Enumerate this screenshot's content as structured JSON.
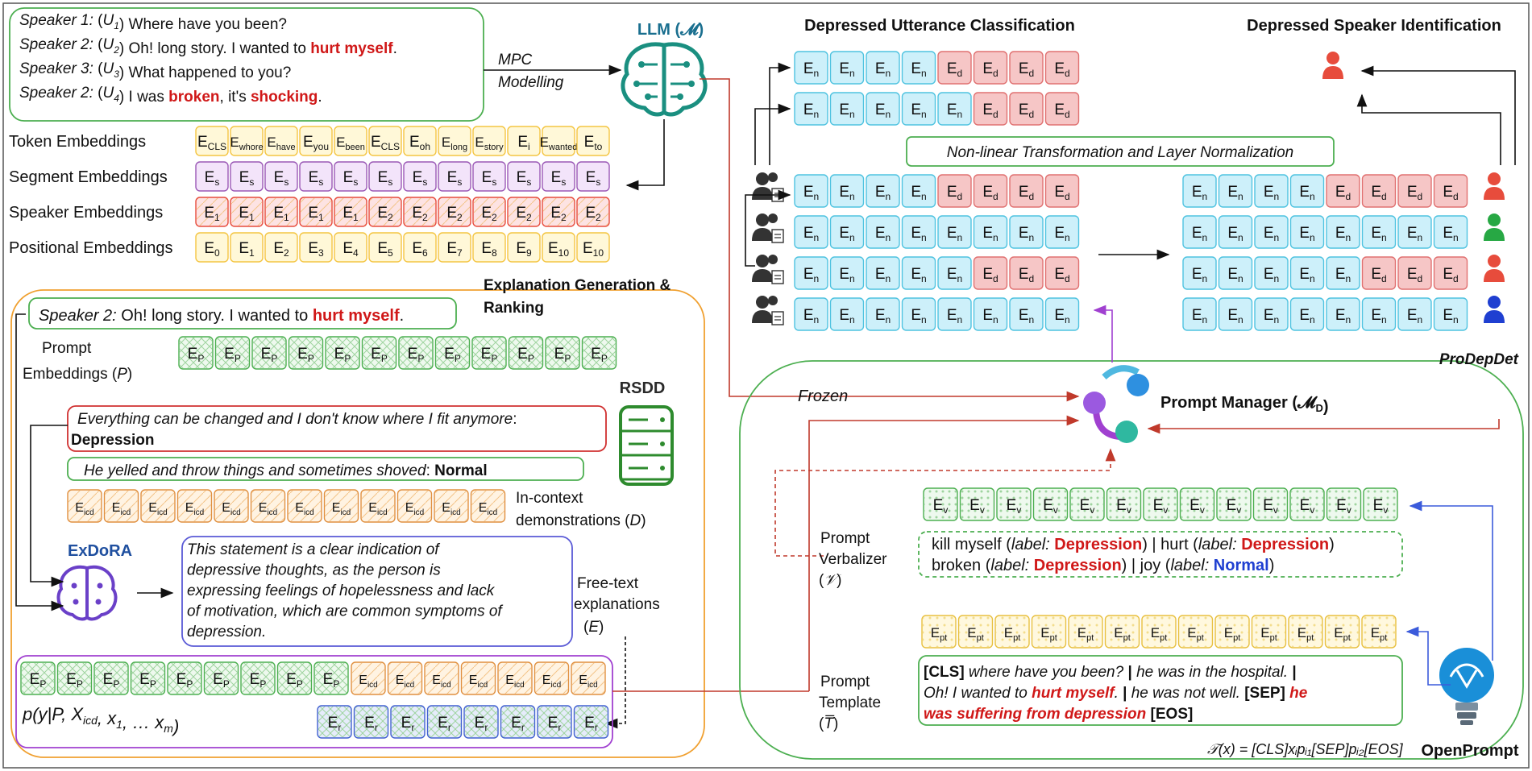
{
  "mpc": {
    "utterances": [
      {
        "speaker": "Speaker 1:",
        "uid": "U",
        "sub": "1",
        "text": "Where have you been?"
      },
      {
        "speaker": "Speaker 2:",
        "uid": "U",
        "sub": "2",
        "text": "Oh! long story. I wanted to ",
        "hl": "hurt myself",
        "tail": "."
      },
      {
        "speaker": "Speaker 3:",
        "uid": "U",
        "sub": "3",
        "text": "What happened to you?"
      },
      {
        "speaker": "Speaker 2:",
        "uid": "U",
        "sub": "4",
        "text": "I was ",
        "hl": "broken",
        "mid": ", it's ",
        "hl2": "shocking",
        "tail": "."
      }
    ],
    "arrow_label_1": "MPC",
    "arrow_label_2": "Modelling"
  },
  "llm": {
    "label": "LLM (",
    "symbol": "𝓜",
    "close": ")"
  },
  "embeddings": {
    "rows": [
      {
        "label": "Token Embeddings",
        "color": "#f4c542",
        "tokens": [
          [
            "E",
            "CLS"
          ],
          [
            "E",
            "whore"
          ],
          [
            "E",
            "have"
          ],
          [
            "E",
            "you"
          ],
          [
            "E",
            "been"
          ],
          [
            "E",
            "CLS"
          ],
          [
            "E",
            "oh"
          ],
          [
            "E",
            "long"
          ],
          [
            "E",
            "story"
          ],
          [
            "E",
            "i"
          ],
          [
            "E",
            "wanted"
          ],
          [
            "E",
            "to"
          ]
        ]
      },
      {
        "label": "Segment Embeddings",
        "color": "#9b59b6",
        "tokens": [
          [
            "E",
            "s"
          ],
          [
            "E",
            "s"
          ],
          [
            "E",
            "s"
          ],
          [
            "E",
            "s"
          ],
          [
            "E",
            "s"
          ],
          [
            "E",
            "s"
          ],
          [
            "E",
            "s"
          ],
          [
            "E",
            "s"
          ],
          [
            "E",
            "s"
          ],
          [
            "E",
            "s"
          ],
          [
            "E",
            "s"
          ],
          [
            "E",
            "s"
          ]
        ]
      },
      {
        "label": "Speaker Embeddings",
        "color": "#e74c3c",
        "tokens": [
          [
            "E",
            "1"
          ],
          [
            "E",
            "1"
          ],
          [
            "E",
            "1"
          ],
          [
            "E",
            "1"
          ],
          [
            "E",
            "1"
          ],
          [
            "E",
            "2"
          ],
          [
            "E",
            "2"
          ],
          [
            "E",
            "2"
          ],
          [
            "E",
            "2"
          ],
          [
            "E",
            "2"
          ],
          [
            "E",
            "2"
          ],
          [
            "E",
            "2"
          ]
        ]
      },
      {
        "label": "Positional Embeddings",
        "color": "#f4c542",
        "tokens": [
          [
            "E",
            "0"
          ],
          [
            "E",
            "1"
          ],
          [
            "E",
            "2"
          ],
          [
            "E",
            "3"
          ],
          [
            "E",
            "4"
          ],
          [
            "E",
            "5"
          ],
          [
            "E",
            "6"
          ],
          [
            "E",
            "7"
          ],
          [
            "E",
            "8"
          ],
          [
            "E",
            "9"
          ],
          [
            "E",
            "10"
          ],
          [
            "E",
            "10"
          ]
        ]
      }
    ]
  },
  "explanation": {
    "title_1": "Explanation Generation &",
    "title_2": "Ranking",
    "utterance": {
      "speaker": "Speaker 2:",
      "text": "Oh! long story. I wanted to ",
      "hl": "hurt myself",
      "tail": "."
    },
    "prompt_label_1": "Prompt",
    "prompt_label_2": "Embeddings (",
    "prompt_label_var": "P",
    "prompt_label_close": ")",
    "prompt_token": [
      "E",
      "P"
    ],
    "rsdd": "RSDD",
    "demo_1_text": "Everything can be changed and I don't know where I fit anymore",
    "demo_1_colon": ":",
    "demo_1_label": "Depression",
    "demo_2_text": "He yelled and throw things and sometimes shoved",
    "demo_2_colon": ":",
    "demo_2_label": "Normal",
    "icd_token": [
      "E",
      "icd"
    ],
    "icd_label_1": "In-context",
    "icd_label_2": "demonstrations (",
    "icd_label_var": "D",
    "icd_label_close": ")",
    "exdora": "ExDoRA",
    "expl_lines": [
      "This statement is a clear indication of",
      "depressive thoughts, as the person is",
      "expressing feelings of hopelessness and lack",
      "of motivation, which are common symptoms of",
      "depression."
    ],
    "free_text_1": "Free-text",
    "free_text_2": "explanations",
    "free_text_3": "(",
    "free_text_var": "E",
    "free_text_close": ")",
    "rank_token": [
      "E",
      "r"
    ],
    "formula": "p(y|P, X",
    "formula_sub": "icd",
    "formula_tail": ", x",
    "formula_sub2": "1",
    "formula_tail2": ", … x",
    "formula_sub3": "m",
    "formula_close": ")"
  },
  "classification": {
    "title": "Depressed Utterance Classification",
    "speaker_title": "Depressed Speaker Identification",
    "norm_label": "Non-linear Transformation and Layer Normalization",
    "n_token": [
      "E",
      "n"
    ],
    "d_token": [
      "E",
      "d"
    ],
    "top_rows": [
      [
        "n",
        "n",
        "n",
        "n",
        "d",
        "d",
        "d",
        "d"
      ],
      [
        "n",
        "n",
        "n",
        "n",
        "n",
        "d",
        "d",
        "d"
      ]
    ],
    "left_rows": [
      [
        "n",
        "n",
        "n",
        "n",
        "d",
        "d",
        "d",
        "d"
      ],
      [
        "n",
        "n",
        "n",
        "n",
        "n",
        "n",
        "n",
        "n"
      ],
      [
        "n",
        "n",
        "n",
        "n",
        "n",
        "d",
        "d",
        "d"
      ],
      [
        "n",
        "n",
        "n",
        "n",
        "n",
        "n",
        "n",
        "n"
      ]
    ],
    "right_rows": [
      [
        "n",
        "n",
        "n",
        "n",
        "d",
        "d",
        "d",
        "d"
      ],
      [
        "n",
        "n",
        "n",
        "n",
        "n",
        "n",
        "n",
        "n"
      ],
      [
        "n",
        "n",
        "n",
        "n",
        "n",
        "d",
        "d",
        "d"
      ],
      [
        "n",
        "n",
        "n",
        "n",
        "n",
        "n",
        "n",
        "n"
      ]
    ],
    "speaker_colors": [
      "#e74c3c",
      "#27a844",
      "#e74c3c",
      "#1f3fd1"
    ]
  },
  "prodepdet": {
    "title": "ProDepDet",
    "frozen": "Frozen",
    "manager": "Prompt Manager (",
    "manager_sym": "𝓜",
    "manager_sub": "D",
    "manager_close": ")",
    "verbalizer_1": "Prompt",
    "verbalizer_2": "Verbalizer",
    "verbalizer_3": "(",
    "verbalizer_var": "𝒱",
    "verbalizer_close": ")",
    "v_token": [
      "E",
      "v"
    ],
    "v_line_1": [
      {
        "t": "kill myself (",
        "s": "n"
      },
      {
        "t": "label:",
        "s": "i"
      },
      {
        "t": " Depression",
        "s": "r"
      },
      {
        "t": ") | hurt (",
        "s": "n"
      },
      {
        "t": "label:",
        "s": "i"
      },
      {
        "t": " Depression",
        "s": "r"
      },
      {
        "t": ")",
        "s": "n"
      }
    ],
    "v_line_2": [
      {
        "t": "broken (",
        "s": "n"
      },
      {
        "t": "label:",
        "s": "i"
      },
      {
        "t": " Depression",
        "s": "r"
      },
      {
        "t": ") | joy (",
        "s": "n"
      },
      {
        "t": "label:",
        "s": "i"
      },
      {
        "t": " Normal",
        "s": "b"
      },
      {
        "t": ")",
        "s": "n"
      }
    ],
    "template_1": "Prompt",
    "template_2": "Template",
    "template_3": "(",
    "template_var": "T̅",
    "template_close": ")",
    "pt_token": [
      "E",
      "pt"
    ],
    "t_line_1": [
      {
        "t": "[CLS]",
        "s": "k"
      },
      {
        "t": " where have you been? ",
        "s": "i"
      },
      {
        "t": "| ",
        "s": "k"
      },
      {
        "t": "he was in the hospital. ",
        "s": "i"
      },
      {
        "t": "|",
        "s": "k"
      }
    ],
    "t_line_2": [
      {
        "t": "Oh! I wanted to ",
        "s": "i"
      },
      {
        "t": "hurt myself",
        "s": "ri"
      },
      {
        "t": ". ",
        "s": "i"
      },
      {
        "t": "| ",
        "s": "k"
      },
      {
        "t": "he was not well. ",
        "s": "i"
      },
      {
        "t": "[SEP]",
        "s": "k"
      },
      {
        "t": " he",
        "s": "ri"
      }
    ],
    "t_line_3": [
      {
        "t": "was suffering from depression",
        "s": "ri"
      },
      {
        "t": " [EOS]",
        "s": "k"
      }
    ],
    "t_formula": "𝒯(x) = [CLS]x",
    "t_formula_rest": "p",
    "openprompt": "OpenPrompt"
  },
  "colors": {
    "green": "#4caf50",
    "orange": "#f0a030",
    "purple": "#a040d0",
    "blue": "#5a5ad6",
    "red": "#c0392b",
    "dark_red": "#b22222",
    "cyan_fill": "#cdf0fa",
    "cyan_stroke": "#4fc3e0",
    "pink_fill": "#f6c6c6",
    "pink_stroke": "#e07070"
  }
}
